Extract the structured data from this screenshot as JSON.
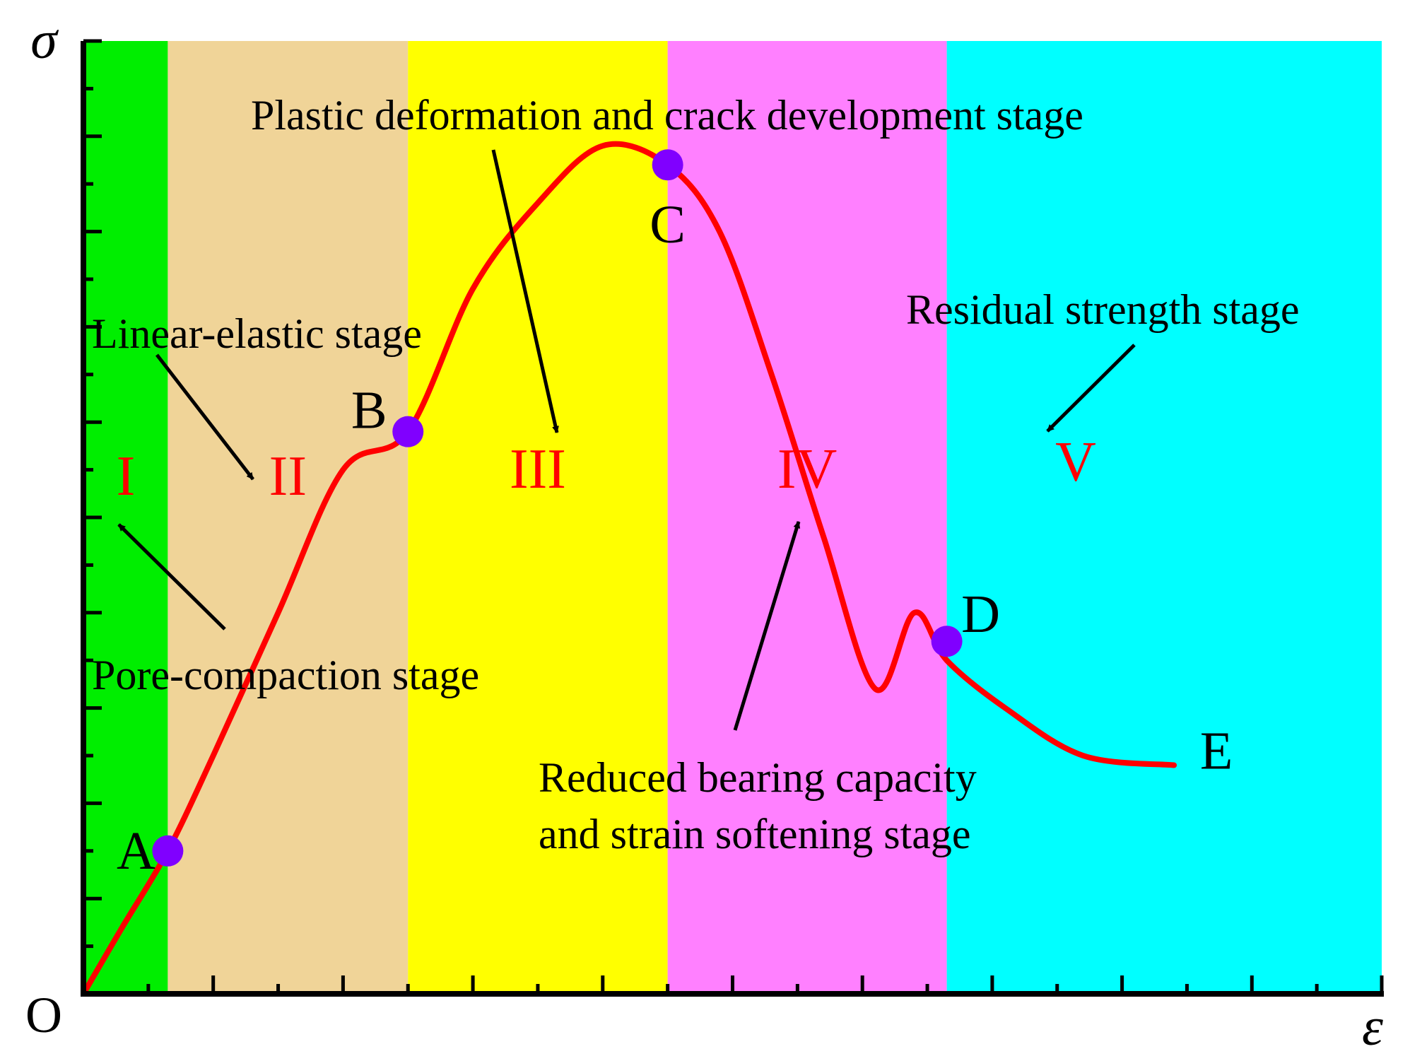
{
  "chart_data": {
    "type": "line",
    "title": "",
    "xlabel": "ε",
    "ylabel": "σ",
    "origin_label": "O",
    "xlim": [
      0,
      10
    ],
    "ylim": [
      0,
      10
    ],
    "grid": false,
    "stages": [
      {
        "numeral": "I",
        "x_start": 0.0,
        "x_end": 0.65,
        "color": "#00ee00"
      },
      {
        "numeral": "II",
        "x_start": 0.65,
        "x_end": 2.5,
        "color": "#f0d498"
      },
      {
        "numeral": "III",
        "x_start": 2.5,
        "x_end": 4.5,
        "color": "#ffff00"
      },
      {
        "numeral": "IV",
        "x_start": 4.5,
        "x_end": 6.65,
        "color": "#ff80ff"
      },
      {
        "numeral": "V",
        "x_start": 6.65,
        "x_end": 10.0,
        "color": "#00ffff"
      }
    ],
    "series": [
      {
        "color": "#ff0000",
        "x": [
          0,
          0.3,
          0.65,
          1.0,
          1.5,
          2.0,
          2.5,
          3.0,
          3.5,
          4.0,
          4.5,
          4.9,
          5.3,
          5.7,
          6.1,
          6.4,
          6.65,
          7.1,
          7.7,
          8.4
        ],
        "y": [
          0,
          0.7,
          1.5,
          2.5,
          4.0,
          5.5,
          5.9,
          7.4,
          8.3,
          8.9,
          8.7,
          8.0,
          6.5,
          4.8,
          3.2,
          4.0,
          3.5,
          3.0,
          2.5,
          2.4
        ]
      }
    ],
    "points": [
      {
        "label": "A",
        "x": 0.65,
        "y": 1.5
      },
      {
        "label": "B",
        "x": 2.5,
        "y": 5.9
      },
      {
        "label": "C",
        "x": 4.5,
        "y": 8.7
      },
      {
        "label": "D",
        "x": 6.65,
        "y": 3.7
      },
      {
        "label": "E",
        "x": 8.4,
        "y": 2.4
      }
    ],
    "annotations": {
      "pore_compaction": "Pore-compaction stage",
      "linear_elastic": "Linear-elastic stage",
      "plastic": "Plastic deformation and crack development stage",
      "reduced_line1": "Reduced bearing capacity",
      "reduced_line2": "and strain softening stage",
      "residual": "Residual strength stage"
    },
    "colors": {
      "curve": "#ff0000",
      "point": "#8000ff",
      "numeral": "#ff0000",
      "axis": "#000000"
    }
  }
}
